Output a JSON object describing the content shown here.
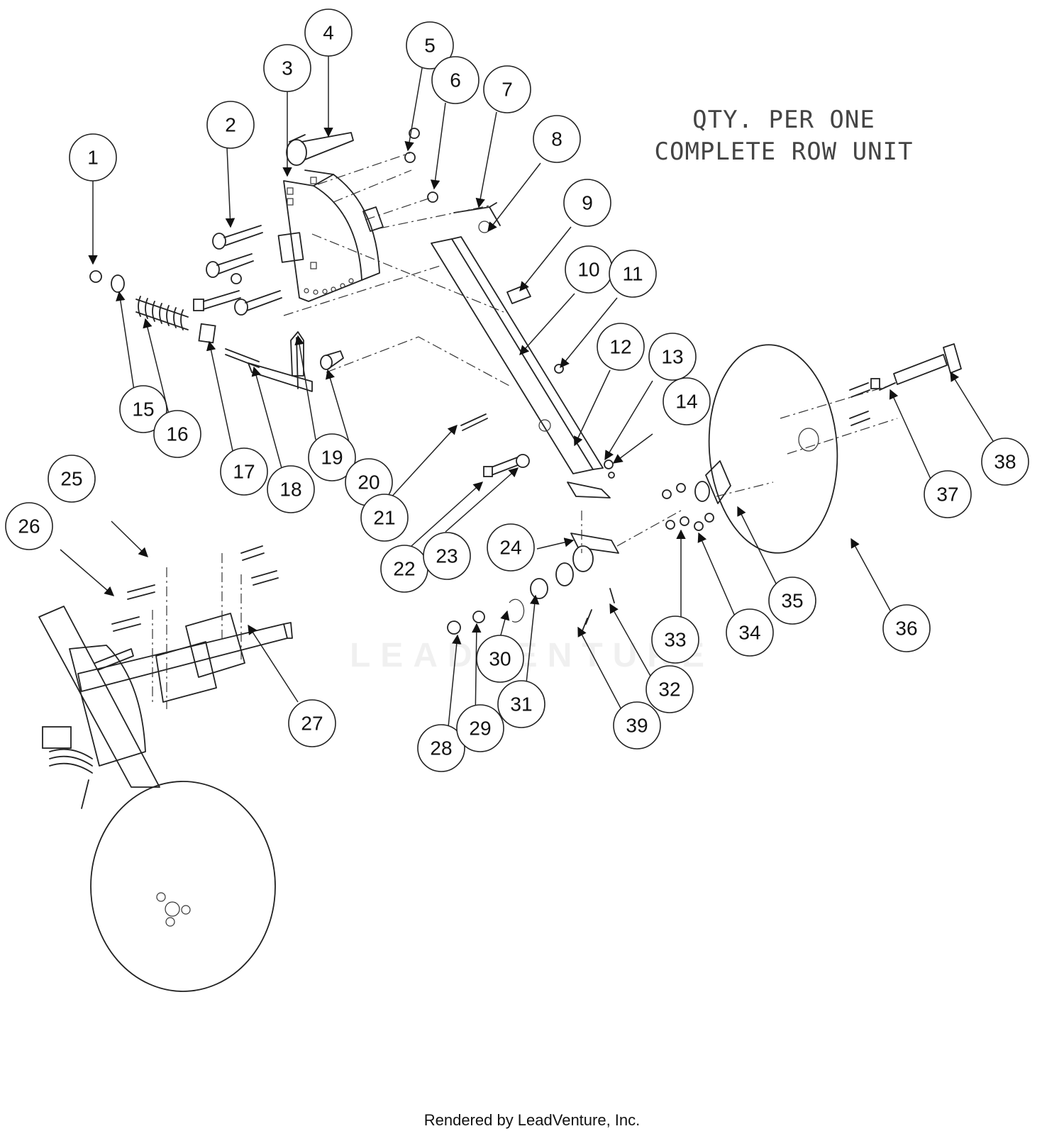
{
  "note": {
    "line1": "QTY. PER ONE",
    "line2": "COMPLETE ROW UNIT"
  },
  "watermark": "LEADVENTURE",
  "footer": "Rendered by LeadVenture, Inc.",
  "callouts": [
    "1",
    "2",
    "3",
    "4",
    "5",
    "6",
    "7",
    "8",
    "9",
    "10",
    "11",
    "12",
    "13",
    "14",
    "15",
    "16",
    "17",
    "18",
    "19",
    "20",
    "21",
    "22",
    "23",
    "24",
    "25",
    "26",
    "27",
    "28",
    "29",
    "30",
    "31",
    "32",
    "33",
    "34",
    "35",
    "36",
    "37",
    "38",
    "39"
  ]
}
